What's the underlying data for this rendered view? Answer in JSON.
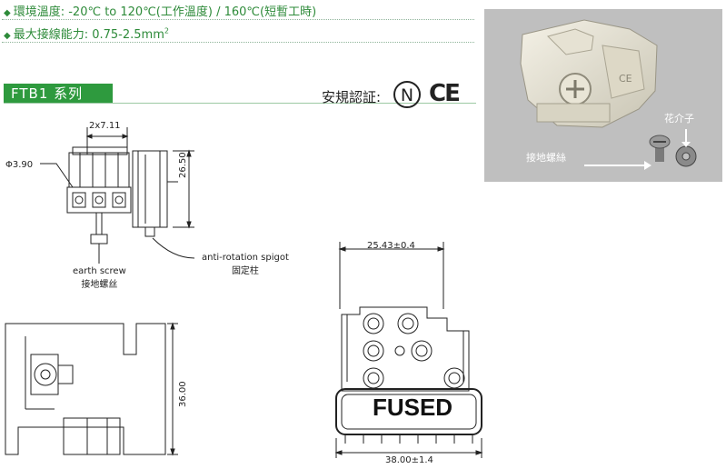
{
  "specs": {
    "temp_label": "環境溫度:",
    "temp_value": "-20℃ to 120℃(工作溫度) / 160℃(短暫工時)",
    "capacity_label": "最大接線能力:",
    "capacity_value": "0.75-2.5mm",
    "capacity_sup": "2",
    "bullet": "◆"
  },
  "series": {
    "label": "FTB1 系列"
  },
  "certification": {
    "label": "安規認証:",
    "ul_mark": "N",
    "ce_mark": "CE"
  },
  "photo": {
    "washer_label": "花介子",
    "screw_label": "接地螺絲",
    "plate_mark": "CE"
  },
  "drawing_side": {
    "pitch": "2x7.11",
    "hole": "Φ3.90",
    "height": "26.50",
    "earth_en": "earth screw",
    "earth_zh": "接地螺丝",
    "spigot_en": "anti-rotation spigot",
    "spigot_zh": "固定柱"
  },
  "drawing_bottom": {
    "height": "36.00"
  },
  "drawing_front": {
    "top_width": "25.43±0.4",
    "bottom_width": "38.00±1.4",
    "label": "FUSED"
  },
  "colors": {
    "accent_green": "#2e9a3e",
    "photo_bg": "#bfbfbf"
  }
}
